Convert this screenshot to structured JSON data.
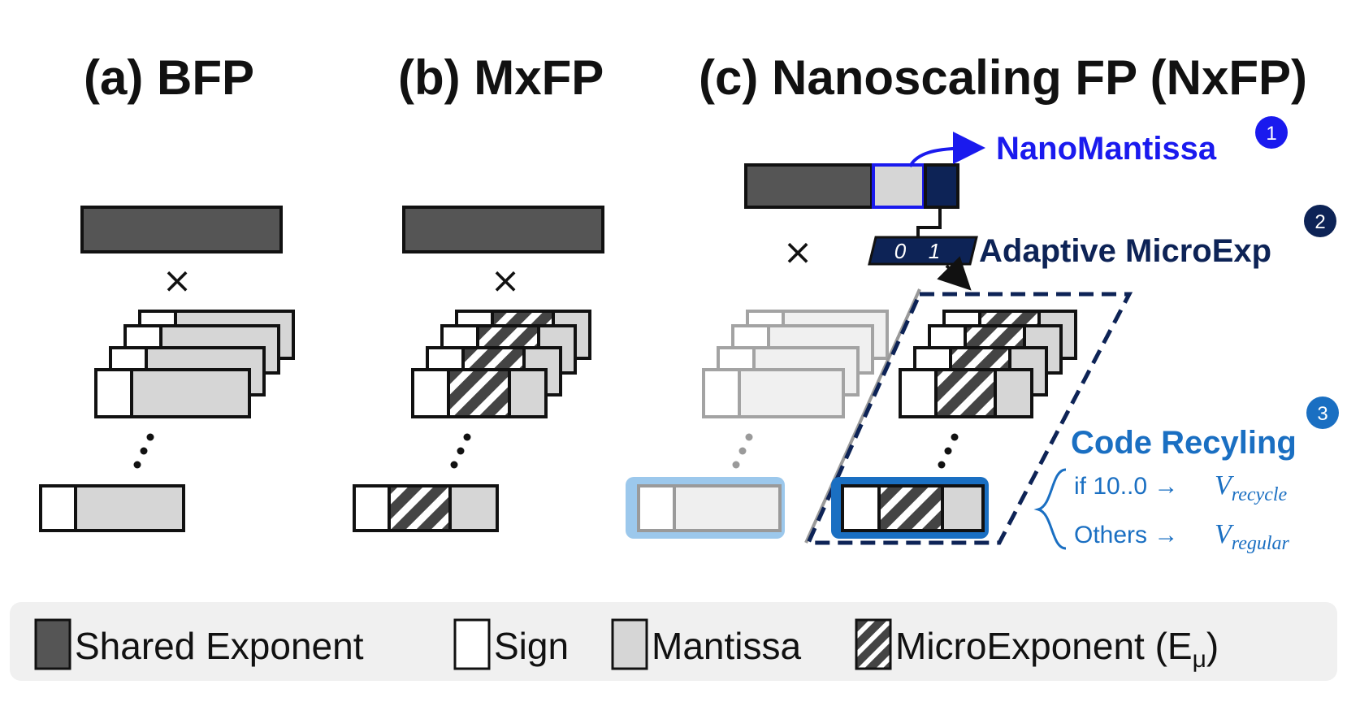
{
  "panels": {
    "a": {
      "title": "(a) BFP"
    },
    "b": {
      "title": "(b) MxFP"
    },
    "c": {
      "title": "(c) Nanoscaling FP (NxFP)"
    }
  },
  "operator": "×",
  "callouts": {
    "nano_mantissa": {
      "label": "NanoMantissa",
      "badge": "1"
    },
    "adaptive_micro_exp": {
      "label": "Adaptive MicroExp",
      "badge": "2",
      "mux_labels": [
        "0",
        "1"
      ]
    },
    "code_recycling": {
      "label": "Code Recyling",
      "badge": "3",
      "rule_if": "if 10..0 →",
      "rule_if_value": "V",
      "rule_if_sub": "recycle",
      "rule_else": "Others →",
      "rule_else_value": "V",
      "rule_else_sub": "regular"
    }
  },
  "legend": {
    "shared_exponent": "Shared Exponent",
    "sign": "Sign",
    "mantissa": "Mantissa",
    "micro_exponent": "MicroExponent (E",
    "micro_exponent_sub": "μ",
    "micro_exponent_close": ")"
  },
  "colors": {
    "shared_exponent": "#555555",
    "mantissa": "#d6d6d6",
    "sign": "#ffffff",
    "nano_blue": "#1a1aee",
    "navy": "#0d2356",
    "recycle_blue": "#1a6fc2"
  }
}
